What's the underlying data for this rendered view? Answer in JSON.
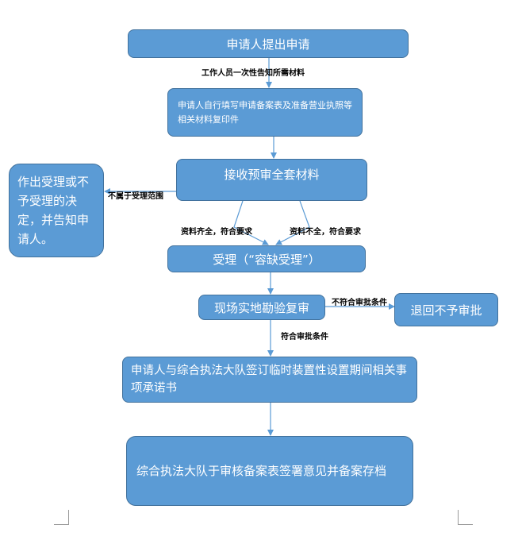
{
  "nodes": {
    "apply": "申请人提出申请",
    "fill_form": "申请人自行填写申请备案表及准备营业执照等相关材料复印件",
    "receive": "接收预审全套材料",
    "decision": "作出受理或不予受理的决定，并告知申请人。",
    "accept": "受理（“容缺受理”）",
    "site_check": "现场实地勘验复审",
    "reject": "退回不予审批",
    "sign": "申请人与综合执法大队签订临时装置性设置期间相关事项承诺书",
    "archive": "综合执法大队于审核备案表签署意见并备案存档"
  },
  "labels": {
    "inform_once": "工作人员一次性告知所需材料",
    "out_of_scope": "不属于受理范围",
    "complete": "资料齐全，符合要求",
    "incomplete": "资料不全，符合要求",
    "not_meet": "不符合审批条件",
    "meet": "符合审批条件"
  },
  "colors": {
    "node_fill": "#5b9bd5",
    "node_border": "#41719c",
    "arrow": "#5b9bd5"
  }
}
